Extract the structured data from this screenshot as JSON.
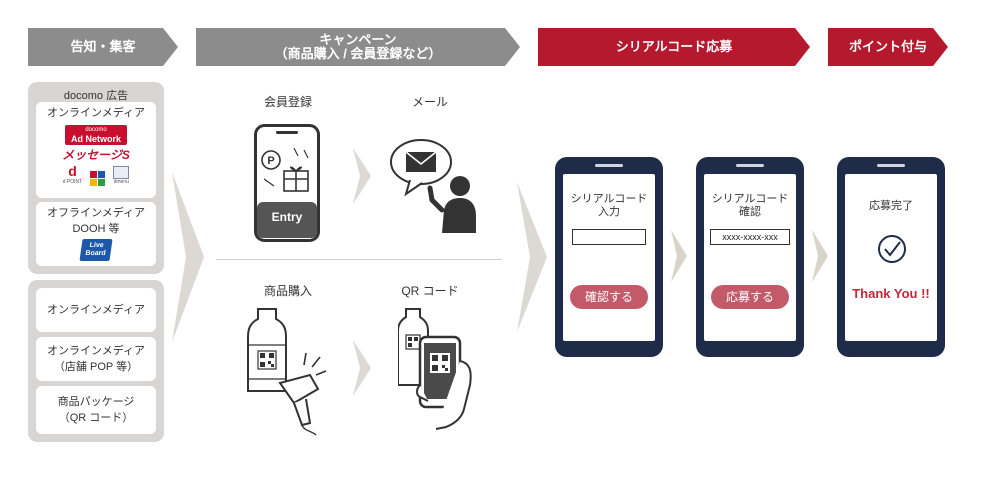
{
  "headers": {
    "step1": "告知・集客",
    "step2_line1": "キャンペーン",
    "step2_line2": "（商品購入 / 会員登録など）",
    "step3": "シリアルコード応募",
    "step4": "ポイント付与"
  },
  "left_panel": {
    "top_title": "docomo 広告",
    "online_media": "オンラインメディア",
    "logo_adnetwork_line1": "docomo",
    "logo_adnetwork_line2": "Ad Network",
    "logo_messages": "メッセージS",
    "logo_dpoint_letter": "d",
    "logo_dpoint_text": "d POINT",
    "logo_dmenu": "dmenu",
    "offline_media": "オフラインメディア",
    "dooh": "DOOH 等",
    "logo_liveboard_line1": "Live",
    "logo_liveboard_line2": "Board"
  },
  "left_panel_bottom": {
    "item1": "オンラインメディア",
    "item2_line1": "オンラインメディア",
    "item2_line2": "（店舗 POP 等）",
    "item3_line1": "商品パッケージ",
    "item3_line2": "（QR コード）"
  },
  "campaign": {
    "member_registration": "会員登録",
    "entry_label": "Entry",
    "mail": "メール",
    "product_purchase": "商品購入",
    "qr_code": "QR コード"
  },
  "phones": {
    "phone1_title_line1": "シリアルコード",
    "phone1_title_line2": "入力",
    "phone1_button": "確認する",
    "phone2_title_line1": "シリアルコード",
    "phone2_title_line2": "確認",
    "phone2_code": "xxxx-xxxx-xxx",
    "phone2_button": "応募する",
    "phone3_title": "応募完了",
    "phone3_thanks": "Thank You !!"
  },
  "colors": {
    "header_gray": "#8c8c8c",
    "header_red": "#b5192d",
    "panel_gray": "#d9d5d2",
    "arrow_gray": "#dcd8d4",
    "phone_navy": "#1e2c4a",
    "button_pink": "#c35a6a",
    "thanks_red": "#c02a3c"
  }
}
